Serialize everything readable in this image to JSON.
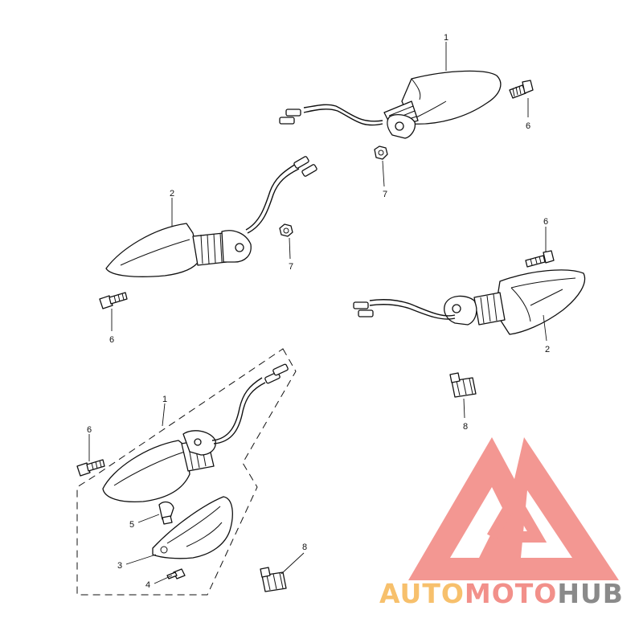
{
  "callouts": [
    {
      "id": "c1a",
      "text": "1"
    },
    {
      "id": "c6a",
      "text": "6"
    },
    {
      "id": "c7a",
      "text": "7"
    },
    {
      "id": "c2a",
      "text": "2"
    },
    {
      "id": "c7b",
      "text": "7"
    },
    {
      "id": "c6b",
      "text": "6"
    },
    {
      "id": "c6c",
      "text": "6"
    },
    {
      "id": "c2b",
      "text": "2"
    },
    {
      "id": "c8a",
      "text": "8"
    },
    {
      "id": "c1b",
      "text": "1"
    },
    {
      "id": "c6d",
      "text": "6"
    },
    {
      "id": "c5",
      "text": "5"
    },
    {
      "id": "c3",
      "text": "3"
    },
    {
      "id": "c4",
      "text": "4"
    },
    {
      "id": "c8b",
      "text": "8"
    }
  ],
  "watermark": {
    "part1": "AUTO",
    "part2": "MOTO",
    "part3": "HUB",
    "color1": "#f7c06c",
    "color2": "#f2908a",
    "color3": "#8a8a8a",
    "mark_color": "#f28c87"
  }
}
